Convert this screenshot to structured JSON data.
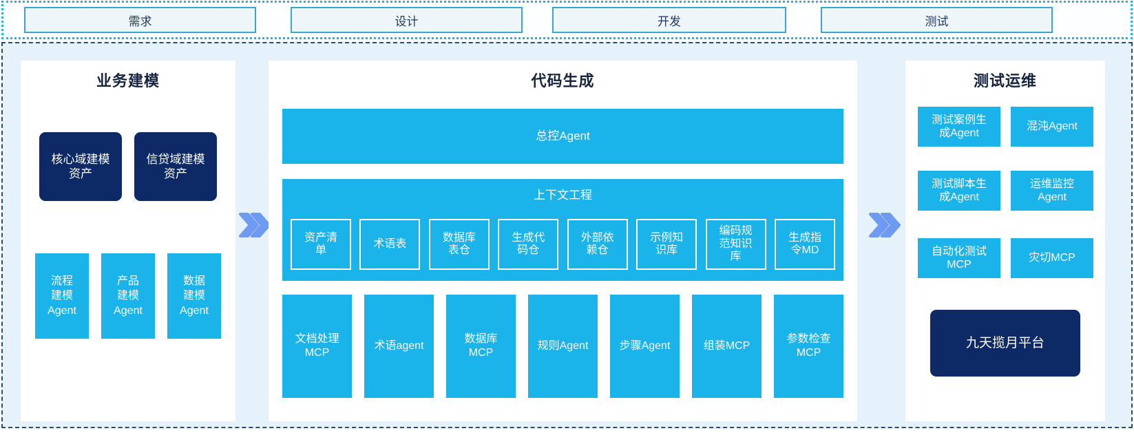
{
  "stages": [
    "需求",
    "设计",
    "开发",
    "测试"
  ],
  "panels": {
    "business_modeling": {
      "title": "业务建模",
      "asset_boxes": [
        "核心域建模\n资产",
        "信贷域建模\n资产"
      ],
      "agent_boxes": [
        "流程\n建模\nAgent",
        "产品\n建模\nAgent",
        "数据\n建模\nAgent"
      ]
    },
    "code_generation": {
      "title": "代码生成",
      "master_agent_label": "总控Agent",
      "context_engineering": {
        "title": "上下文工程",
        "items": [
          "资产清\n单",
          "术语表",
          "数据库\n表仓",
          "生成代\n码仓",
          "外部依\n赖仓",
          "示例知\n识库",
          "编码规\n范知识\n库",
          "生成指\n令MD"
        ]
      },
      "tool_boxes": [
        "文档处理\nMCP",
        "术语agent",
        "数据库\nMCP",
        "规则Agent",
        "步骤Agent",
        "组装MCP",
        "参数检查\nMCP"
      ]
    },
    "test_ops": {
      "title": "测试运维",
      "boxes": [
        "测试案例生\n成Agent",
        "混沌Agent",
        "测试脚本生\n成Agent",
        "运维监控\nAgent",
        "自动化测试\nMCP",
        "灾切MCP"
      ],
      "platform_label": "九天揽月平台"
    }
  },
  "icons": {
    "flow_arrow": "double-chevron-right"
  },
  "colors": {
    "cyan_box": "#1ab3ea",
    "navy_box": "#0e2a66",
    "panel_bg": "#ffffff",
    "container_bg": "#e6f2fb",
    "container_border": "#2b4a70",
    "strip_border": "#2fafdc",
    "stage_fill": "#eff6fa",
    "stage_border": "#3aa6cf",
    "stage_text": "#1f3864",
    "title_text": "#17243f",
    "arrow": "#6e9af2",
    "box_text": "#ffffff"
  }
}
